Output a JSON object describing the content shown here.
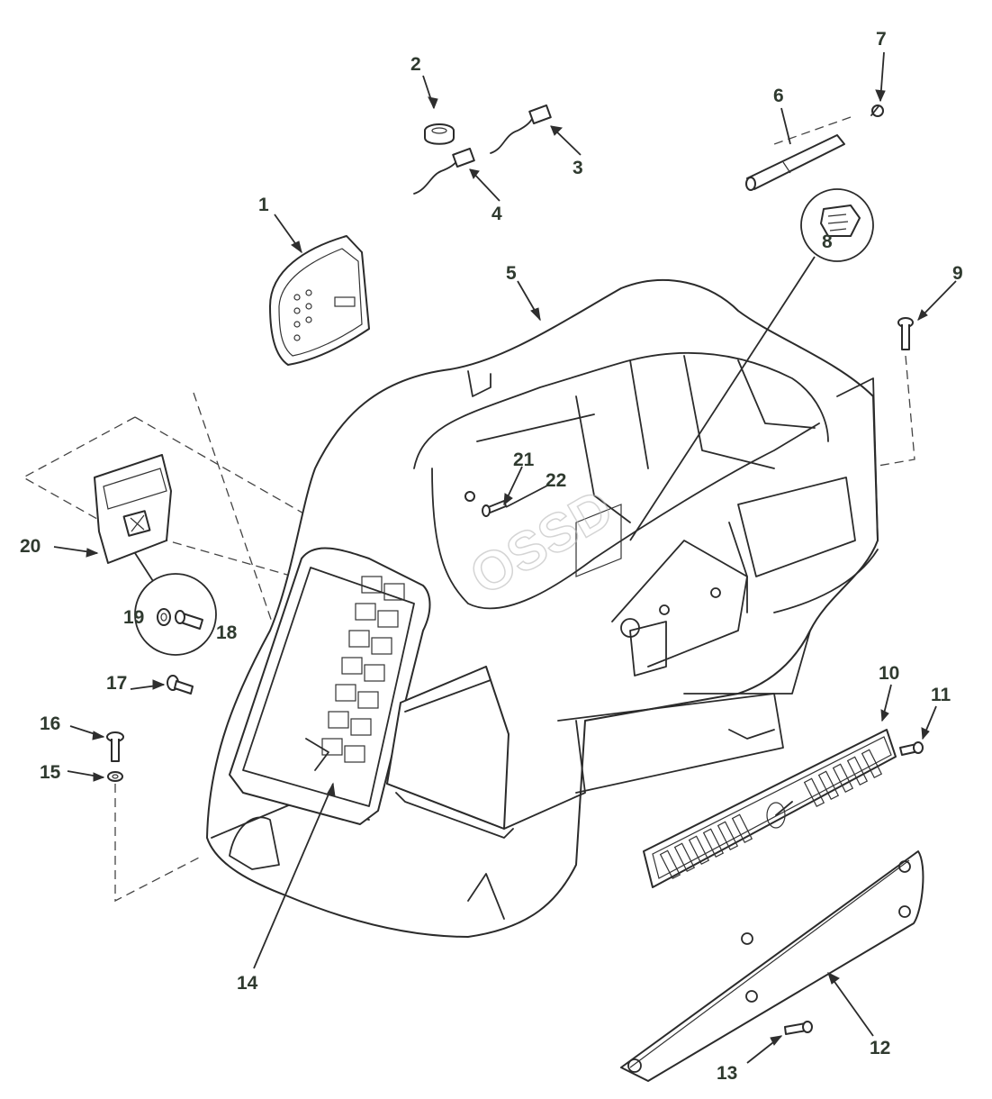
{
  "diagram": {
    "watermark": "OSSD",
    "callouts": [
      {
        "id": "1",
        "label": "1"
      },
      {
        "id": "2",
        "label": "2"
      },
      {
        "id": "3",
        "label": "3"
      },
      {
        "id": "4",
        "label": "4"
      },
      {
        "id": "5",
        "label": "5"
      },
      {
        "id": "6",
        "label": "6"
      },
      {
        "id": "7",
        "label": "7"
      },
      {
        "id": "8",
        "label": "8"
      },
      {
        "id": "9",
        "label": "9"
      },
      {
        "id": "10",
        "label": "10"
      },
      {
        "id": "11",
        "label": "11"
      },
      {
        "id": "12",
        "label": "12"
      },
      {
        "id": "13",
        "label": "13"
      },
      {
        "id": "14",
        "label": "14"
      },
      {
        "id": "15",
        "label": "15"
      },
      {
        "id": "16",
        "label": "16"
      },
      {
        "id": "17",
        "label": "17"
      },
      {
        "id": "18",
        "label": "18"
      },
      {
        "id": "19",
        "label": "19"
      },
      {
        "id": "20",
        "label": "20"
      },
      {
        "id": "21",
        "label": "21"
      },
      {
        "id": "22",
        "label": "22"
      }
    ],
    "colors": {
      "line": "#2b2b2b",
      "label": "#2f3a2f",
      "background": "#ffffff"
    }
  }
}
